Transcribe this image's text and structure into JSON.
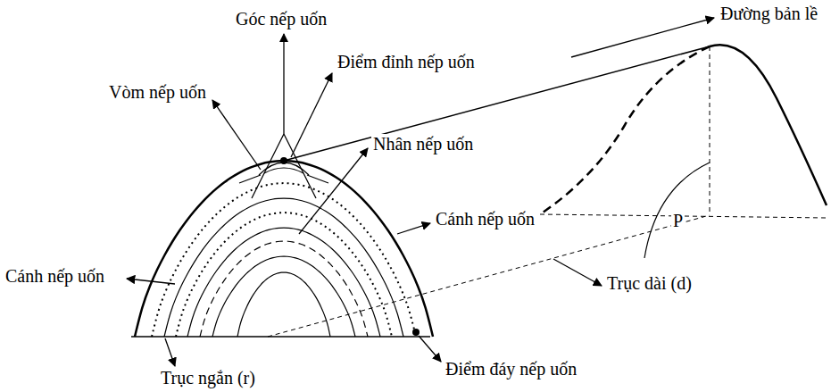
{
  "diagram": {
    "labels": [
      "Góc nếp uốn",
      "Điểm đỉnh nếp uốn",
      "Vòm nếp uốn",
      "Nhân nếp uốn",
      "Cánh nếp uốn",
      "Cánh nếp uốn",
      "Đường bản lề",
      "P",
      "Trục dài (d)",
      "Trục ngắn (r)",
      "Điểm đáy nếp uốn"
    ]
  }
}
